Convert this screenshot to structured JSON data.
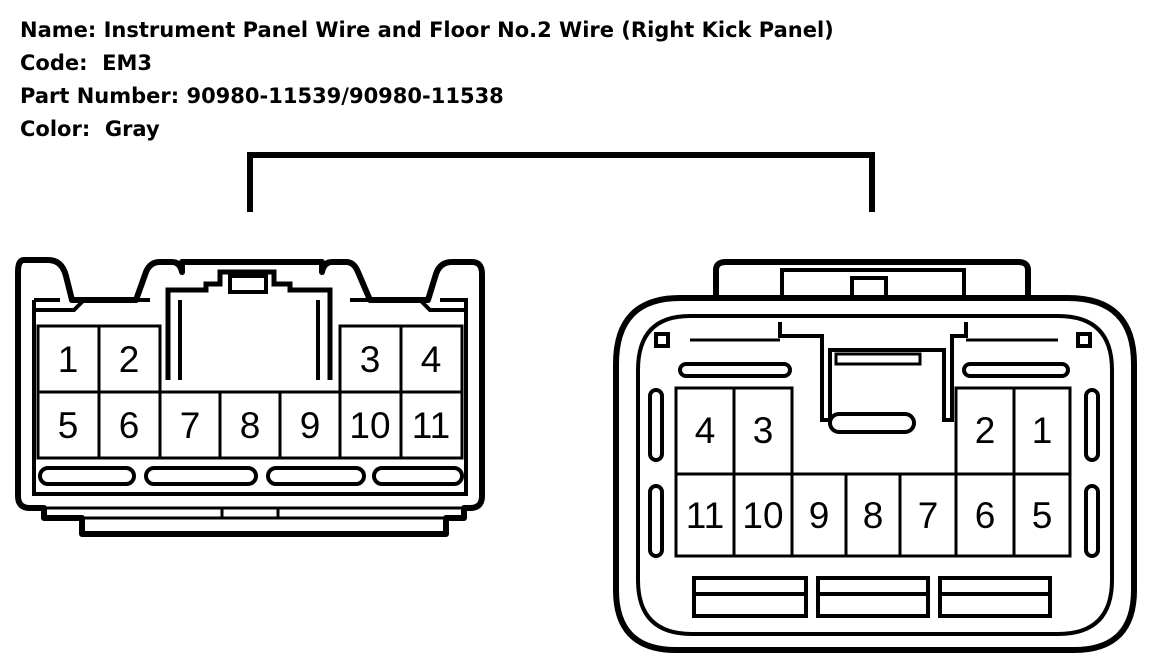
{
  "info": {
    "name_label": "Name:",
    "name_value": "Instrument Panel Wire and Floor No.2 Wire (Right Kick Panel)",
    "code_label": "Code:",
    "code_value": "EM3",
    "part_label": "Part Number:",
    "part_value": "90980-11539/90980-11538",
    "color_label": "Color:",
    "color_value": "Gray"
  },
  "colors": {
    "ink": "#000000",
    "paper": "#ffffff"
  },
  "left_connector": {
    "pins": [
      "1",
      "2",
      "3",
      "4",
      "5",
      "6",
      "7",
      "8",
      "9",
      "10",
      "11"
    ]
  },
  "right_connector": {
    "pins": [
      "4",
      "3",
      "2",
      "1",
      "11",
      "10",
      "9",
      "8",
      "7",
      "6",
      "5"
    ]
  }
}
